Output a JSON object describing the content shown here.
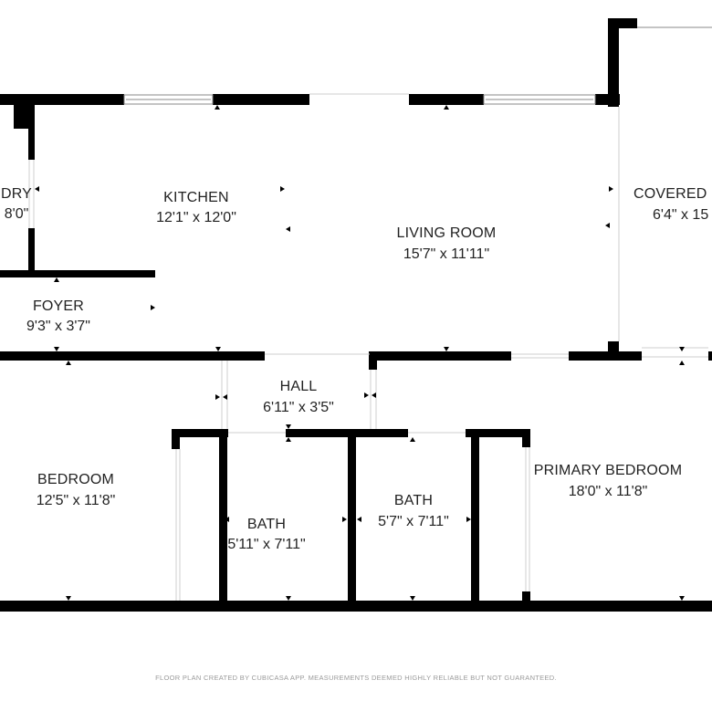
{
  "rooms": {
    "laundry": {
      "name": "DRY",
      "dim": "8'0\""
    },
    "kitchen": {
      "name": "KITCHEN",
      "dim": "12'1\" x 12'0\""
    },
    "living_room": {
      "name": "LIVING ROOM",
      "dim": "15'7\" x 11'11\""
    },
    "covered_patio": {
      "name": "COVERED P",
      "dim": "6'4\" x 15"
    },
    "foyer": {
      "name": "FOYER",
      "dim": "9'3\" x 3'7\""
    },
    "hall": {
      "name": "HALL",
      "dim": "6'11\" x 3'5\""
    },
    "bedroom": {
      "name": "BEDROOM",
      "dim": "12'5\" x 11'8\""
    },
    "bath_1": {
      "name": "BATH",
      "dim": "5'11\" x 7'11\""
    },
    "bath_2": {
      "name": "BATH",
      "dim": "5'7\" x 7'11\""
    },
    "primary_bedroom": {
      "name": "PRIMARY BEDROOM",
      "dim": "18'0\" x 11'8\""
    }
  },
  "footer": "FLOOR PLAN CREATED BY CUBICASA APP. MEASUREMENTS DEEMED HIGHLY RELIABLE BUT NOT GUARANTEED.",
  "colors": {
    "wall": "#000000",
    "label": "#222222",
    "footer": "#9a9a9a",
    "background": "#ffffff"
  }
}
